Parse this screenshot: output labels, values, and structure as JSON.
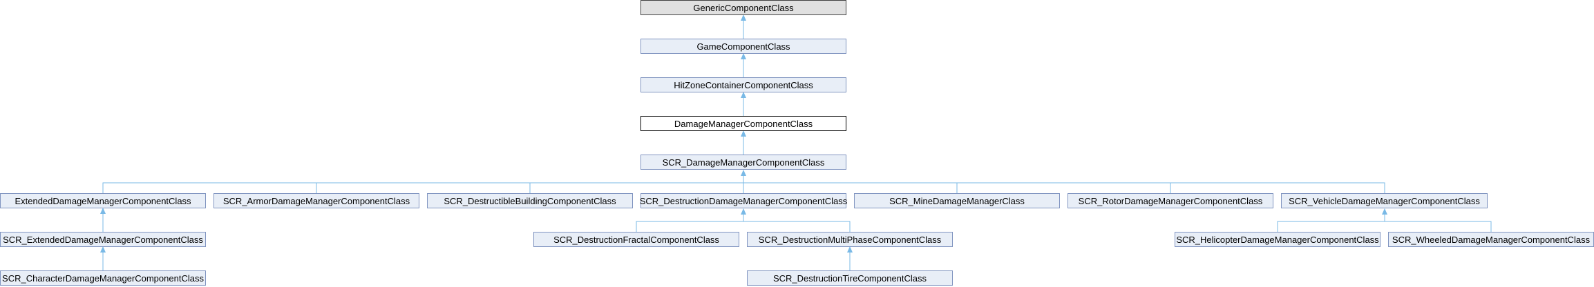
{
  "nodes": {
    "generic": "GenericComponentClass",
    "game": "GameComponentClass",
    "hitzone": "HitZoneContainerComponentClass",
    "damage": "DamageManagerComponentClass",
    "scr_damage": "SCR_DamageManagerComponentClass",
    "extended": "ExtendedDamageManagerComponentClass",
    "armor": "SCR_ArmorDamageManagerComponentClass",
    "building": "SCR_DestructibleBuildingComponentClass",
    "destruction": "SCR_DestructionDamageManagerComponentClass",
    "mine": "SCR_MineDamageManagerClass",
    "rotor": "SCR_RotorDamageManagerComponentClass",
    "vehicle": "SCR_VehicleDamageManagerComponentClass",
    "scr_extended": "SCR_ExtendedDamageManagerComponentClass",
    "fractal": "SCR_DestructionFractalComponentClass",
    "multiphase": "SCR_DestructionMultiPhaseComponentClass",
    "helicopter": "SCR_HelicopterDamageManagerComponentClass",
    "wheeled": "SCR_WheeledDamageManagerComponentClass",
    "character": "SCR_CharacterDamageManagerComponentClass",
    "tire": "SCR_DestructionTireComponentClass"
  },
  "colors": {
    "node_fill": "#e8eef7",
    "node_border": "#8094c0",
    "root_fill": "#e0e0e0",
    "current_fill": "#ffffff",
    "edge": "#79b9e6"
  }
}
